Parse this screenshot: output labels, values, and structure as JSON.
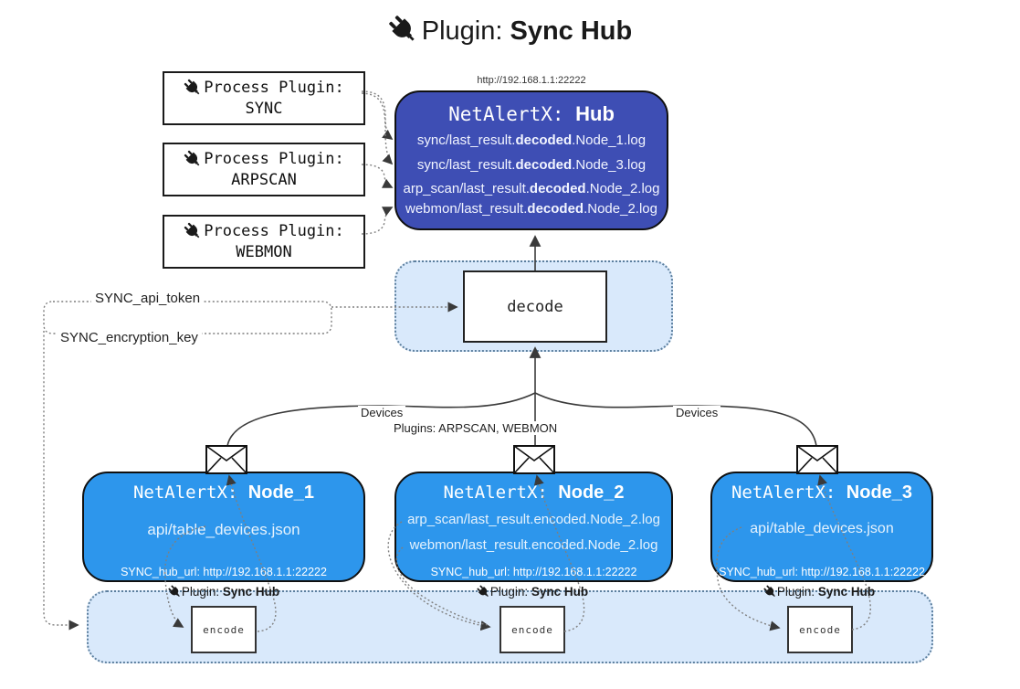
{
  "title": {
    "prefix": "Plugin: ",
    "bold": "Sync Hub"
  },
  "hub_url_label": "http://192.168.1.1:22222",
  "process_plugins": {
    "label": "Process Plugin:",
    "items": [
      {
        "name": "SYNC"
      },
      {
        "name": "ARPSCAN"
      },
      {
        "name": "WEBMON"
      }
    ]
  },
  "hub": {
    "name_prefix": "NetAlertX: ",
    "name_bold": "Hub",
    "logs": [
      {
        "pre": "sync/last_result.",
        "bold": "decoded",
        "post": ".Node_1.log"
      },
      {
        "pre": "sync/last_result.",
        "bold": "decoded",
        "post": ".Node_3.log"
      },
      {
        "pre": "arp_scan/last_result.",
        "bold": "decoded",
        "post": ".Node_2.log"
      },
      {
        "pre": "webmon/last_result.",
        "bold": "decoded",
        "post": ".Node_2.log"
      }
    ]
  },
  "decode_label": "decode",
  "secrets": {
    "api_token": "SYNC_api_token",
    "encryption_key": "SYNC_encryption_key"
  },
  "edge_labels": {
    "devices_left": "Devices",
    "plugins_center": "Plugins: ARPSCAN, WEBMON",
    "devices_right": "Devices"
  },
  "nodes": [
    {
      "name_prefix": "NetAlertX: ",
      "name_bold": "Node_1",
      "files": [
        "api/table_devices.json"
      ],
      "hub_url": "SYNC_hub_url: http://192.168.1.1:22222"
    },
    {
      "name_prefix": "NetAlertX: ",
      "name_bold": "Node_2",
      "files": [
        "arp_scan/last_result.encoded.Node_2.log",
        "webmon/last_result.encoded.Node_2.log"
      ],
      "hub_url": "SYNC_hub_url: http://192.168.1.1:22222"
    },
    {
      "name_prefix": "NetAlertX: ",
      "name_bold": "Node_3",
      "files": [
        "api/table_devices.json"
      ],
      "hub_url": "SYNC_hub_url: http://192.168.1.1:22222"
    }
  ],
  "encode_bar": {
    "plugin_prefix": "Plugin: ",
    "plugin_bold": "Sync Hub",
    "encode_label": "encode"
  },
  "colors": {
    "hub_fill": "#3E4EB4",
    "node_fill": "#2D96EC",
    "container_fill": "#D9E9FB",
    "container_border": "#5C7F9E",
    "arrow": "#3A3A3A",
    "dotted_line": "#7F7F7F"
  }
}
